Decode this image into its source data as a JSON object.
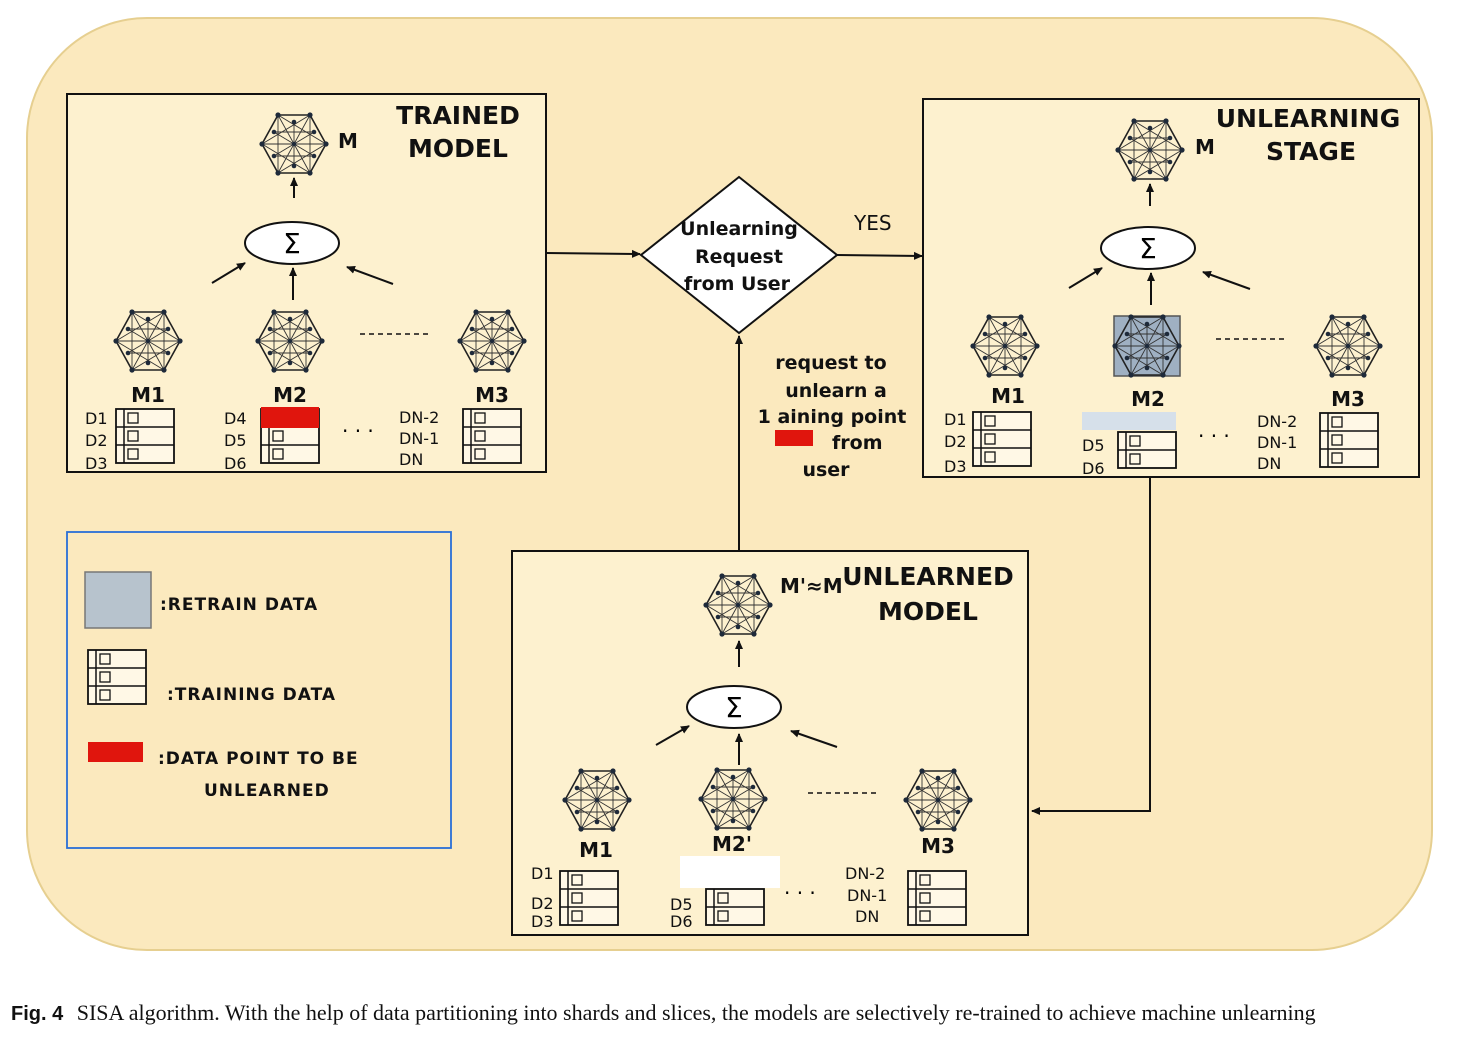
{
  "trained": {
    "title_line1": "TRAINED",
    "title_line2": "MODEL",
    "top_model": "M",
    "sum_symbol": "Σ",
    "models": [
      "M1",
      "M2",
      "M3"
    ],
    "shard1_labels": [
      "D1",
      "D2",
      "D3"
    ],
    "shard2_labels": [
      "D4",
      "D5",
      "D6"
    ],
    "shard3_labels": [
      "DN-2",
      "DN-1",
      "DN"
    ],
    "ellipsis": "· · ·"
  },
  "decision": {
    "line1": "Unlearning",
    "line2": "Request",
    "line3": "from User",
    "yes_label": "YES"
  },
  "request_note": {
    "line1": "request to",
    "line2": "unlearn a",
    "line3": "1  aining point",
    "line4": "from",
    "line5": "user"
  },
  "unlearning": {
    "title_line1": "UNLEARNING",
    "title_line2": "STAGE",
    "top_model": "M",
    "sum_symbol": "Σ",
    "models": [
      "M1",
      "M2",
      "M3"
    ],
    "shard1_labels": [
      "D1",
      "D2",
      "D3"
    ],
    "shard2_labels": [
      "D5",
      "D6"
    ],
    "shard3_labels": [
      "DN-2",
      "DN-1",
      "DN"
    ],
    "ellipsis": "· · ·"
  },
  "unlearned": {
    "title_line1": "UNLEARNED",
    "title_line2": "MODEL",
    "top_model": "M'≈M",
    "sum_symbol": "Σ",
    "models": [
      "M1",
      "M2'",
      "M3"
    ],
    "shard1_labels": [
      "D1",
      "D2",
      "D3"
    ],
    "shard2_labels": [
      "D5",
      "D6"
    ],
    "shard3_labels": [
      "DN-2",
      "DN-1",
      "DN"
    ],
    "ellipsis": "· · ·"
  },
  "legend": {
    "retrain": ":RETRAIN DATA",
    "training": ":TRAINING DATA",
    "unlearn_line1": ":DATA POINT TO BE",
    "unlearn_line2": "UNLEARNED"
  },
  "caption": {
    "figure_label": "Fig. 4",
    "text": "SISA algorithm. With the help of data partitioning into shards and slices, the models are selectively re-trained to achieve machine unlearning"
  },
  "colors": {
    "background_panel": "#fbe9be",
    "retrain_fill": "#b7c3cd",
    "unlearn_fill": "#e0150d",
    "legend_border": "#2a6fd6"
  }
}
